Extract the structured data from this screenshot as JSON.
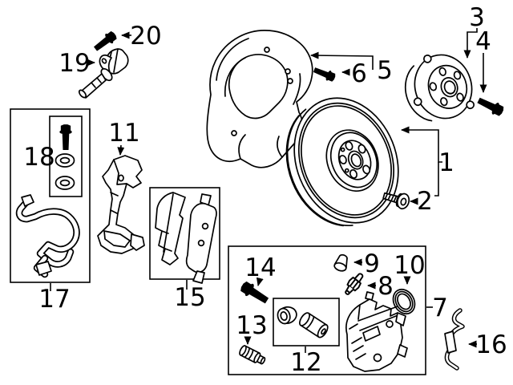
{
  "diagram": {
    "background_color": "#ffffff",
    "line_color": "#000000",
    "callouts": [
      {
        "label": "1",
        "part": "brake-rotor"
      },
      {
        "label": "2",
        "part": "rotor-set-screw"
      },
      {
        "label": "3",
        "part": "wheel-hub-bearing"
      },
      {
        "label": "4",
        "part": "hub-bolt"
      },
      {
        "label": "5",
        "part": "brake-splash-shield"
      },
      {
        "label": "6",
        "part": "shield-bolt"
      },
      {
        "label": "7",
        "part": "brake-caliper-assembly"
      },
      {
        "label": "8",
        "part": "bleeder-screw"
      },
      {
        "label": "9",
        "part": "bleeder-screw-cap"
      },
      {
        "label": "10",
        "part": "piston-seal"
      },
      {
        "label": "11",
        "part": "caliper-mount-bracket"
      },
      {
        "label": "12",
        "part": "guide-pin-sleeve-kit"
      },
      {
        "label": "13",
        "part": "guide-pin"
      },
      {
        "label": "14",
        "part": "guide-pin-bolt"
      },
      {
        "label": "15",
        "part": "brake-pad-set"
      },
      {
        "label": "16",
        "part": "anti-rattle-spring-clip"
      },
      {
        "label": "17",
        "part": "hose-bracket-clip"
      },
      {
        "label": "18",
        "part": "bolt-and-washer-kit"
      },
      {
        "label": "19",
        "part": "abs-wheel-speed-sensor"
      },
      {
        "label": "20",
        "part": "sensor-bolt"
      }
    ]
  }
}
